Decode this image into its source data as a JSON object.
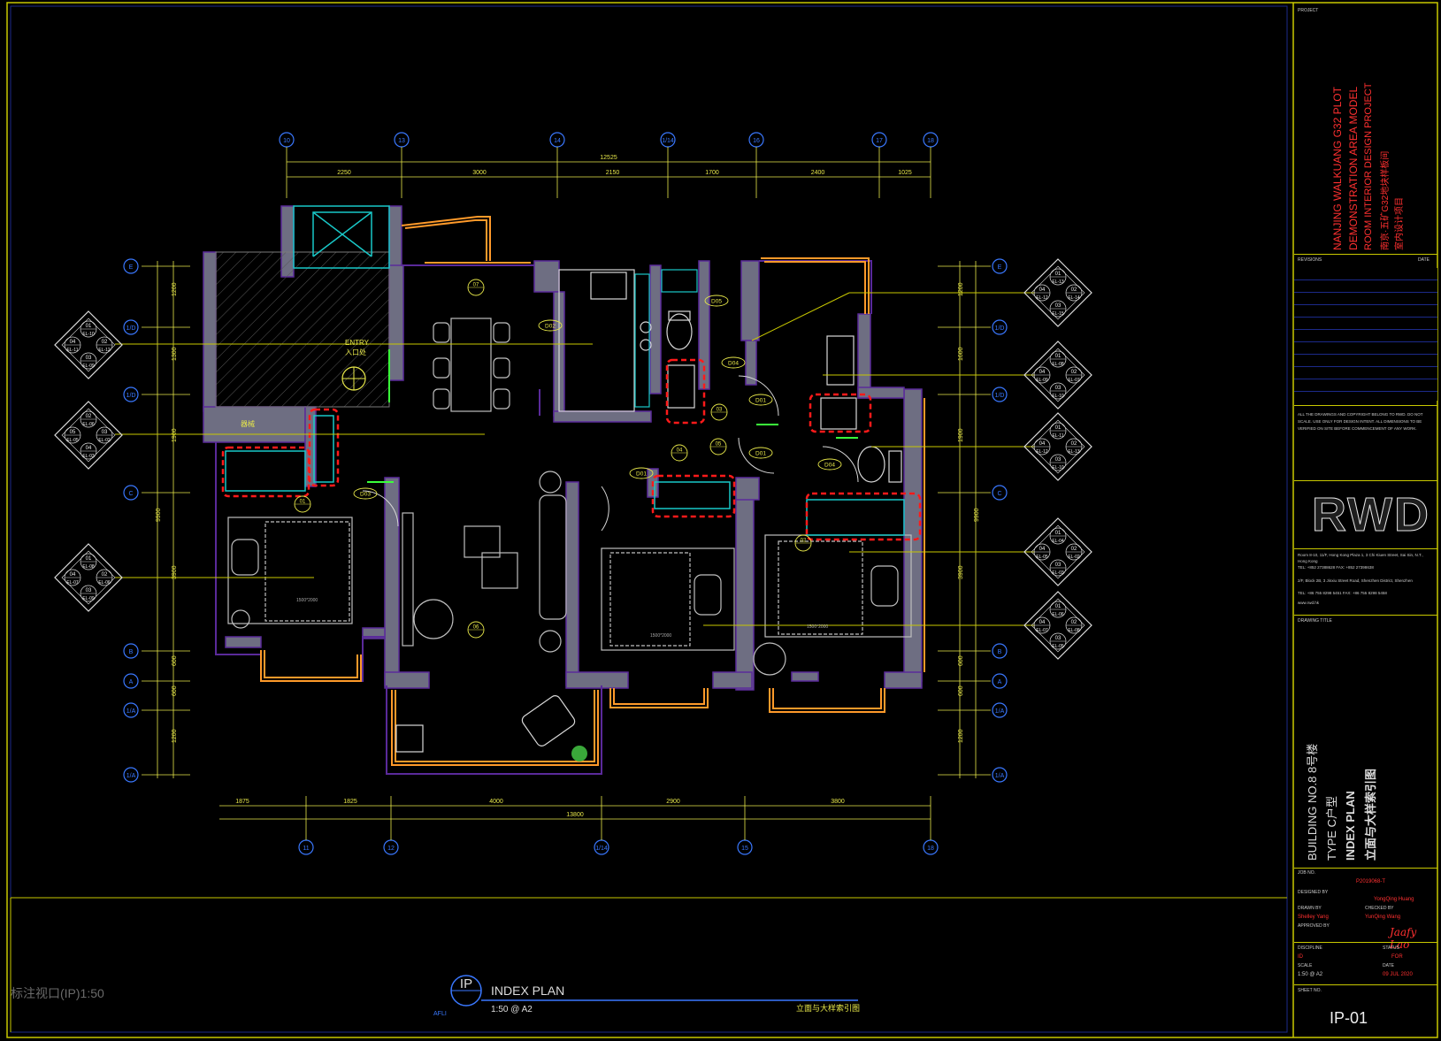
{
  "colors": {
    "background": "#000000",
    "frame": "#c8c800",
    "grid": "#3a78ff",
    "wall": "#6e6e82",
    "wall_edge": "#5a2a9a",
    "window": "#ff9a2a",
    "dim": "#e8e84a",
    "furniture": "#d8d8d8",
    "cabinet": "#19c8c8",
    "highlight": "#ff1a1a",
    "index_line": "#c8c800",
    "accent_red": "#ff3030"
  },
  "grid_top": {
    "labels": [
      "10",
      "13",
      "14",
      "1/14",
      "16",
      "17",
      "18"
    ],
    "dims": [
      "2250",
      "3000",
      "2150",
      "1700",
      "2400",
      "1025"
    ],
    "overall": "12525"
  },
  "grid_bottom": {
    "labels": [
      "11",
      "12",
      "1/14",
      "15",
      "18"
    ],
    "dims": [
      "1875",
      "1825",
      "4000",
      "2900",
      "3800"
    ],
    "overall": "13800"
  },
  "grid_left": {
    "labels": [
      "E",
      "1/D",
      "1/D",
      "C",
      "B",
      "A",
      "1/A",
      "1/A"
    ]
  },
  "grid_right": {
    "labels": [
      "E",
      "1/D",
      "1/D",
      "1/D",
      "C",
      "B",
      "A",
      "1/A",
      "1/A"
    ]
  },
  "dims_left": [
    "1200",
    "1300",
    "1900",
    "9900",
    "3900",
    "600",
    "600",
    "1200"
  ],
  "dims_right": [
    "1200",
    "1600",
    "1900",
    "9900",
    "3900",
    "600",
    "600",
    "1200"
  ],
  "room_labels": {
    "entry": "ENTRY",
    "entry_cn": "入口处",
    "storage_cn": "器械"
  },
  "door_tags": [
    "D02",
    "D03",
    "D01",
    "D01",
    "D04",
    "D01",
    "D04",
    "D05"
  ],
  "elev_tags": [
    "07",
    "06",
    "05",
    "04",
    "03",
    "02",
    "01"
  ],
  "bed_dims": [
    "1500*2000",
    "1500*2000",
    "1500*2000"
  ],
  "index_markers": {
    "m1": [
      "01",
      "04",
      "02",
      "03",
      "EL-10",
      "EL-11",
      "EL-12",
      "EL-09"
    ],
    "m2": [
      "02",
      "05",
      "03",
      "04",
      "EL-06",
      "EL-05",
      "EL-02",
      "EL-03"
    ],
    "m3": [
      "01",
      "04",
      "02",
      "03",
      "EL-08",
      "EL-07",
      "EL-06",
      "EL-09"
    ],
    "m4": [
      "01",
      "04",
      "02",
      "03",
      "EL-13",
      "EL-12",
      "EL-14",
      "EL-15"
    ],
    "m5": [
      "01",
      "04",
      "02",
      "03",
      "EL-08",
      "EL-09",
      "EL-07",
      "EL-10"
    ],
    "m6": [
      "01",
      "04",
      "02",
      "03",
      "EL-11",
      "EL-12",
      "EL-13",
      "EL-10"
    ],
    "m7": [
      "01",
      "04",
      "02",
      "03",
      "EL-04",
      "EL-05",
      "EL-02",
      "EL-03"
    ],
    "m8": [
      "01",
      "04",
      "02",
      "03",
      "EL-06",
      "EL-07",
      "EL-08",
      "EL-05"
    ]
  },
  "drawing_title": {
    "symbol": "IP",
    "title": "INDEX PLAN",
    "scale": "1:50 @ A2",
    "sub": "AFLI",
    "cn": "立面与大样索引图"
  },
  "bottom_left_label": "标注视口(IP)1:50",
  "title_block": {
    "project_label": "PROJECT",
    "project_lines": [
      "NANJING WALKUANG G32 PLOT",
      "DEMONSTRATION AREA MODEL",
      "ROOM INTERIOR DESIGN PROJECT",
      "南京·五矿G32地块样板间",
      "室内设计项目"
    ],
    "revisions": "REVISIONS",
    "date": "DATE",
    "notes": "ALL THE DRAWINGS AND COPYRIGHT BELONG TO RWD. DO NOT SCALE. USE ONLY FOR DESIGN INTENT. ALL DIMENSIONS TO BE VERIFIED ON SITE BEFORE COMMENCEMENT OF ANY WORK.",
    "logo": "RWD",
    "address1": "Room 8-10, 11/F, Hong Kong Plaza 1, 3 Chi Kiuen Street, Sai Sin, N.T., Hong Kong",
    "tel1": "TEL: +852 27388628  FAX: +852 27398638",
    "address2": "2/F, Block 2B, 3 Jinxiu Street Road, Shenzhen District, Shenzhen",
    "tel2": "TEL: +86 755 8298 5451  FAX: +86 755 8298 5458",
    "web": "www.rwd.hk",
    "drawing_title_label": "DRAWING TITLE",
    "building": "BUILDING NO.8 8号楼",
    "type": "TYPE C户型",
    "plan": "INDEX PLAN",
    "plan_cn": "立面与大样索引图",
    "job_no": "JOB NO.",
    "job_value": "P2019068-T",
    "designed_by": "DESIGNED BY",
    "designer": "YongQing Huang",
    "drawn_by": "DRAWN BY",
    "checked_by": "CHECKED BY",
    "drawer": "Shelley Yang",
    "checker": "YunQing Wang",
    "approved_by": "APPROVED BY",
    "signature": "Jaafy Lao",
    "discipline": "DISCIPLINE",
    "discipline_val": "ID",
    "status": "STATUS",
    "status_val": "FOR",
    "scale": "SCALE",
    "scale_val": "1:50 @ A2",
    "date_label": "DATE",
    "date_val": "09 JUL 2020",
    "sheet_no": "SHEET NO.",
    "sheet": "IP-01"
  }
}
